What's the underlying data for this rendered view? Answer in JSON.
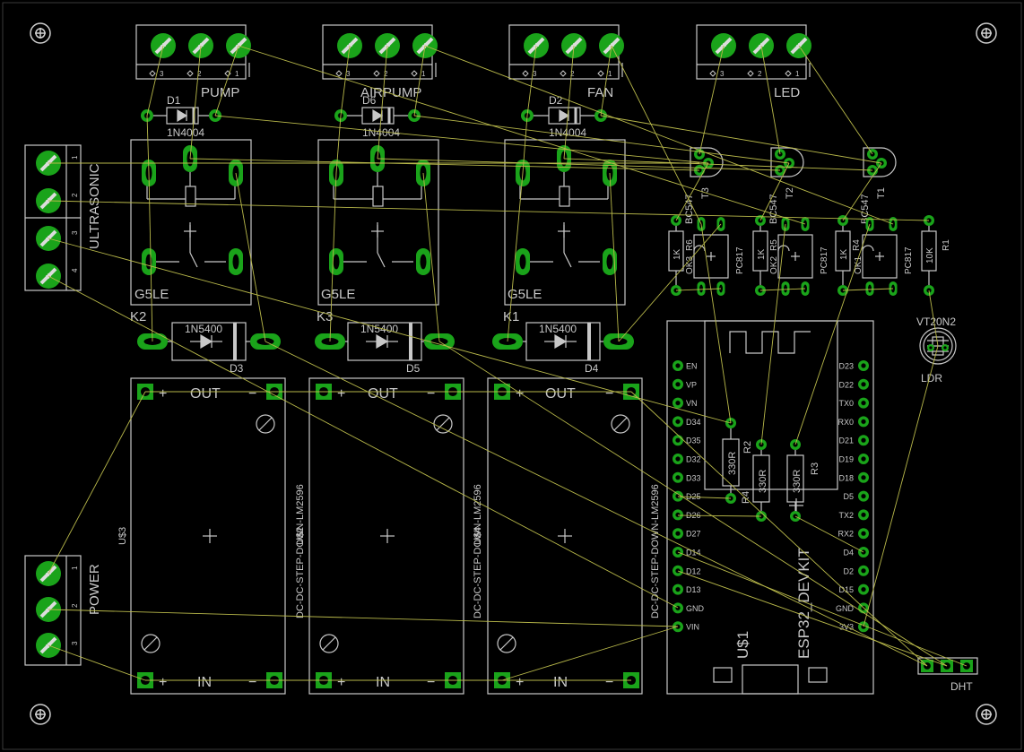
{
  "colors": {
    "background": "#000000",
    "silkscreen": "#c8c8c8",
    "pad": "#1aa31a",
    "pad_dark": "#0f7a0f",
    "airwire": "#b8b84a",
    "mount_hole": "#cfcfcf"
  },
  "terminals": {
    "pump": {
      "label": "PUMP",
      "pins": [
        "3",
        "2",
        "1"
      ]
    },
    "airpump": {
      "label": "AIRPUMP",
      "pins": [
        "3",
        "2",
        "1"
      ]
    },
    "fan": {
      "label": "FAN",
      "pins": [
        "3",
        "2",
        "1"
      ]
    },
    "led": {
      "label": "LED",
      "pins": [
        "3",
        "2",
        "1"
      ]
    },
    "ultrasonic": {
      "label": "ULTRASONIC",
      "pins": [
        "1",
        "2",
        "3",
        "4"
      ]
    },
    "power": {
      "label": "POWER",
      "pins": [
        "1",
        "2",
        "3"
      ]
    }
  },
  "diodes_small": {
    "d1": {
      "name": "D1",
      "value": "1N4004"
    },
    "d6": {
      "name": "D6",
      "value": "1N4004"
    },
    "d2": {
      "name": "D2",
      "value": "1N4004"
    }
  },
  "relays": {
    "k2": {
      "name": "K2",
      "model": "G5LE"
    },
    "k3": {
      "name": "K3",
      "model": "G5LE"
    },
    "k1": {
      "name": "K1",
      "model": "G5LE"
    }
  },
  "diodes_big": {
    "d3": {
      "name": "D3",
      "value": "1N5400"
    },
    "d5": {
      "name": "D5",
      "value": "1N5400"
    },
    "d4": {
      "name": "D4",
      "value": "1N5400"
    }
  },
  "transistors": {
    "t3": {
      "name": "T3",
      "model": "BC547"
    },
    "t2": {
      "name": "T2",
      "model": "BC547"
    },
    "t1": {
      "name": "T1",
      "model": "BC547"
    }
  },
  "resistors_1k": {
    "r6": {
      "name": "R6",
      "value": "1K"
    },
    "r5": {
      "name": "R5",
      "value": "1K"
    },
    "r4": {
      "name": "R4",
      "value": "1K"
    }
  },
  "optocouplers": {
    "ok3": {
      "name": "OK3",
      "model": "PC817"
    },
    "ok2": {
      "name": "OK2",
      "model": "PC817"
    },
    "ok1": {
      "name": "OK1",
      "model": "PC817"
    }
  },
  "r1": {
    "name": "R1",
    "value": "10K"
  },
  "ldr": {
    "model": "VT20N2",
    "name": "LDR"
  },
  "buck_modules": {
    "label_out": "OUT",
    "label_in": "IN",
    "plus": "+",
    "minus": "−",
    "part": "DC-DC-STEP-DOWN-LM2596",
    "u3_name": "U$3",
    "u2_name": "U$2",
    "u4_name": "U$4"
  },
  "esp32": {
    "name": "U$1",
    "model": "ESP32_DEVKIT",
    "left_pins": [
      "EN",
      "VP",
      "VN",
      "D34",
      "D35",
      "D32",
      "D33",
      "D25",
      "D26",
      "D27",
      "D14",
      "D12",
      "D13",
      "GND",
      "VIN"
    ],
    "right_pins": [
      "D23",
      "D22",
      "TX0",
      "RX0",
      "D21",
      "D19",
      "D18",
      "D5",
      "TX2",
      "RX2",
      "D4",
      "D2",
      "D15",
      "GND",
      "3V3"
    ]
  },
  "resistors_330": {
    "r4": {
      "name": "R4",
      "value": "330R"
    },
    "r2": {
      "name": "R2",
      "value": "330R"
    },
    "r3": {
      "name": "R3",
      "value": "330R"
    }
  },
  "dht": {
    "name": "DHT"
  }
}
